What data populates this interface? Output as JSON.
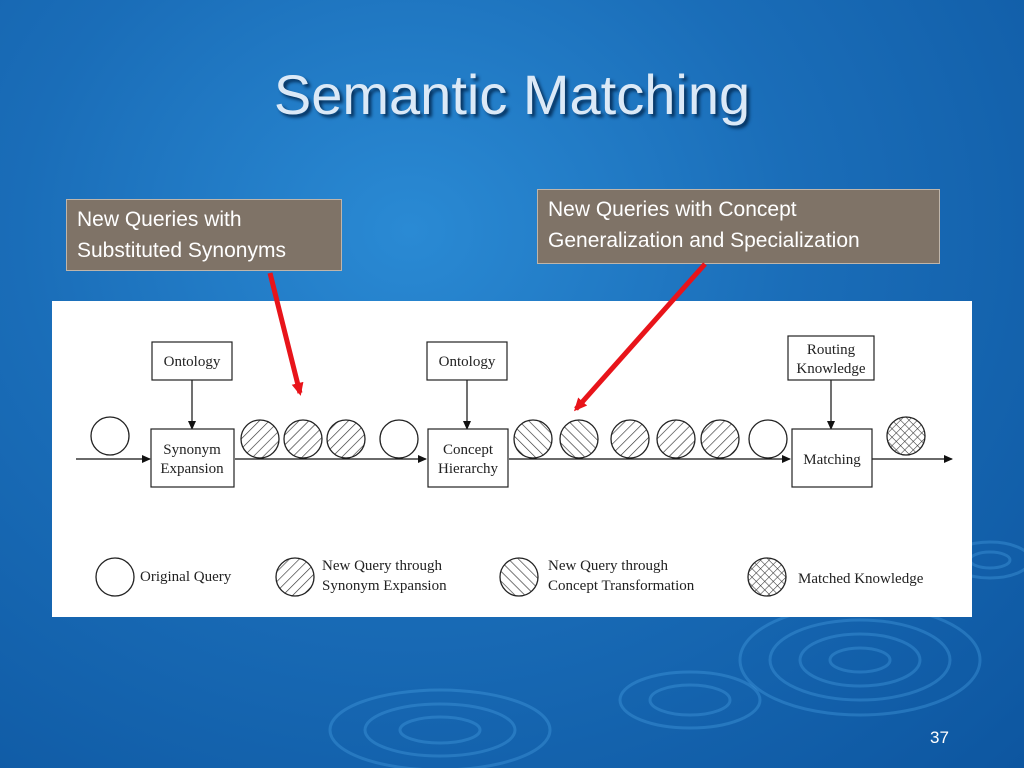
{
  "slide": {
    "title": "Semantic Matching",
    "number": "37"
  },
  "callouts": {
    "left": {
      "lines": [
        "New Queries  with",
        "Substituted Synonyms"
      ]
    },
    "right": {
      "lines": [
        "New Queries with Concept",
        "Generalization and Specialization"
      ]
    }
  },
  "diagram": {
    "boxes": {
      "ontology_1": [
        "Ontology"
      ],
      "ontology_2": [
        "Ontology"
      ],
      "routing_knowledge": [
        "Routing",
        "Knowledge"
      ],
      "synonym_expansion": [
        "Synonym",
        "Expansion"
      ],
      "concept_hierarchy": [
        "Concept",
        "Hierarchy"
      ],
      "matching": [
        "Matching"
      ]
    },
    "legend": {
      "original": [
        "Original Query"
      ],
      "synonym": [
        "New Query through",
        "Synonym Expansion"
      ],
      "concept": [
        "New Query through",
        "Concept Transformation"
      ],
      "matched": [
        "Matched Knowledge"
      ]
    }
  },
  "colors": {
    "callout_bg": "#7f7367",
    "arrow": "#e8141a",
    "background": "#1a6db8"
  }
}
